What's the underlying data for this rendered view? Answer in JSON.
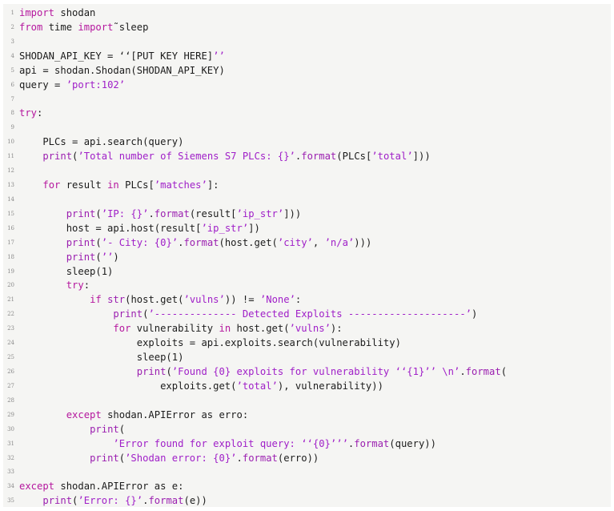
{
  "code": {
    "language": "python",
    "colors": {
      "keyword": "#b5179e",
      "string": "#a020c8",
      "builtin": "#9b1fb0",
      "text": "#1c1c1c",
      "line_number": "#8a8a8a",
      "background": "#f5f5f3"
    },
    "lines": [
      {
        "n": "1",
        "tokens": [
          {
            "t": "import",
            "k": "kw"
          },
          {
            "t": " shodan"
          }
        ]
      },
      {
        "n": "2",
        "tokens": [
          {
            "t": "from",
            "k": "kw"
          },
          {
            "t": " time "
          },
          {
            "t": "import",
            "k": "kw"
          },
          {
            "t": "˜sleep"
          }
        ]
      },
      {
        "n": "3",
        "tokens": []
      },
      {
        "n": "4",
        "tokens": [
          {
            "t": "SHODAN_API_KEY = ‘‘[PUT KEY HERE]"
          },
          {
            "t": "’’",
            "k": "st"
          }
        ]
      },
      {
        "n": "5",
        "tokens": [
          {
            "t": "api = shodan.Shodan(SHODAN_API_KEY)"
          }
        ]
      },
      {
        "n": "6",
        "tokens": [
          {
            "t": "query = "
          },
          {
            "t": "’port:102’",
            "k": "st"
          }
        ]
      },
      {
        "n": "7",
        "tokens": []
      },
      {
        "n": "8",
        "tokens": [
          {
            "t": "try",
            "k": "kw"
          },
          {
            "t": ":"
          }
        ]
      },
      {
        "n": "9",
        "tokens": []
      },
      {
        "n": "10",
        "tokens": [
          {
            "t": "    PLCs = api.search(query)"
          }
        ]
      },
      {
        "n": "11",
        "tokens": [
          {
            "t": "    "
          },
          {
            "t": "print",
            "k": "fn"
          },
          {
            "t": "("
          },
          {
            "t": "’Total number of Siemens S7 PLCs: {}’",
            "k": "st"
          },
          {
            "t": "."
          },
          {
            "t": "format",
            "k": "fn"
          },
          {
            "t": "(PLCs["
          },
          {
            "t": "’total’",
            "k": "st"
          },
          {
            "t": "]))"
          }
        ]
      },
      {
        "n": "12",
        "tokens": []
      },
      {
        "n": "13",
        "tokens": [
          {
            "t": "    "
          },
          {
            "t": "for",
            "k": "kw"
          },
          {
            "t": " result "
          },
          {
            "t": "in",
            "k": "kw"
          },
          {
            "t": " PLCs["
          },
          {
            "t": "’matches’",
            "k": "st"
          },
          {
            "t": "]:"
          }
        ]
      },
      {
        "n": "14",
        "tokens": []
      },
      {
        "n": "15",
        "tokens": [
          {
            "t": "        "
          },
          {
            "t": "print",
            "k": "fn"
          },
          {
            "t": "("
          },
          {
            "t": "’IP: {}’",
            "k": "st"
          },
          {
            "t": "."
          },
          {
            "t": "format",
            "k": "fn"
          },
          {
            "t": "(result["
          },
          {
            "t": "’ip_str’",
            "k": "st"
          },
          {
            "t": "]))"
          }
        ]
      },
      {
        "n": "16",
        "tokens": [
          {
            "t": "        host = api.host(result["
          },
          {
            "t": "’ip_str’",
            "k": "st"
          },
          {
            "t": "])"
          }
        ]
      },
      {
        "n": "17",
        "tokens": [
          {
            "t": "        "
          },
          {
            "t": "print",
            "k": "fn"
          },
          {
            "t": "("
          },
          {
            "t": "’- City: {0}’",
            "k": "st"
          },
          {
            "t": "."
          },
          {
            "t": "format",
            "k": "fn"
          },
          {
            "t": "(host.get("
          },
          {
            "t": "’city’",
            "k": "st"
          },
          {
            "t": ", "
          },
          {
            "t": "’n/a’",
            "k": "st"
          },
          {
            "t": ")))"
          }
        ]
      },
      {
        "n": "18",
        "tokens": [
          {
            "t": "        "
          },
          {
            "t": "print",
            "k": "fn"
          },
          {
            "t": "("
          },
          {
            "t": "’’",
            "k": "st"
          },
          {
            "t": ")"
          }
        ]
      },
      {
        "n": "19",
        "tokens": [
          {
            "t": "        sleep(1)"
          }
        ]
      },
      {
        "n": "20",
        "tokens": [
          {
            "t": "        "
          },
          {
            "t": "try",
            "k": "kw"
          },
          {
            "t": ":"
          }
        ]
      },
      {
        "n": "21",
        "tokens": [
          {
            "t": "            "
          },
          {
            "t": "if",
            "k": "kw"
          },
          {
            "t": " "
          },
          {
            "t": "str",
            "k": "fn"
          },
          {
            "t": "(host.get("
          },
          {
            "t": "’vulns’",
            "k": "st"
          },
          {
            "t": ")) != "
          },
          {
            "t": "’None’",
            "k": "st"
          },
          {
            "t": ":"
          }
        ]
      },
      {
        "n": "22",
        "tokens": [
          {
            "t": "                "
          },
          {
            "t": "print",
            "k": "fn"
          },
          {
            "t": "("
          },
          {
            "t": "’-------------- Detected Exploits --------------------’",
            "k": "st"
          },
          {
            "t": ")"
          }
        ]
      },
      {
        "n": "23",
        "tokens": [
          {
            "t": "                "
          },
          {
            "t": "for",
            "k": "kw"
          },
          {
            "t": " vulnerability "
          },
          {
            "t": "in",
            "k": "kw"
          },
          {
            "t": " host.get("
          },
          {
            "t": "’vulns’",
            "k": "st"
          },
          {
            "t": "):"
          }
        ]
      },
      {
        "n": "24",
        "tokens": [
          {
            "t": "                    exploits = api.exploits.search(vulnerability)"
          }
        ]
      },
      {
        "n": "25",
        "tokens": [
          {
            "t": "                    sleep(1)"
          }
        ]
      },
      {
        "n": "26",
        "tokens": [
          {
            "t": "                    "
          },
          {
            "t": "print",
            "k": "fn"
          },
          {
            "t": "("
          },
          {
            "t": "’Found {0} exploits for vulnerability ‘‘{1}’’ \\n’",
            "k": "st"
          },
          {
            "t": "."
          },
          {
            "t": "format",
            "k": "fn"
          },
          {
            "t": "("
          }
        ]
      },
      {
        "n": "27",
        "tokens": [
          {
            "t": "                        exploits.get("
          },
          {
            "t": "’total’",
            "k": "st"
          },
          {
            "t": "), vulnerability))"
          }
        ]
      },
      {
        "n": "28",
        "tokens": []
      },
      {
        "n": "29",
        "tokens": [
          {
            "t": "        "
          },
          {
            "t": "except",
            "k": "kw"
          },
          {
            "t": " shodan.APIError as erro:"
          }
        ]
      },
      {
        "n": "30",
        "tokens": [
          {
            "t": "            "
          },
          {
            "t": "print",
            "k": "fn"
          },
          {
            "t": "("
          }
        ]
      },
      {
        "n": "31",
        "tokens": [
          {
            "t": "                "
          },
          {
            "t": "’Error found for exploit query: ‘‘{0}’’’",
            "k": "st"
          },
          {
            "t": "."
          },
          {
            "t": "format",
            "k": "fn"
          },
          {
            "t": "(query))"
          }
        ]
      },
      {
        "n": "32",
        "tokens": [
          {
            "t": "            "
          },
          {
            "t": "print",
            "k": "fn"
          },
          {
            "t": "("
          },
          {
            "t": "’Shodan error: {0}’",
            "k": "st"
          },
          {
            "t": "."
          },
          {
            "t": "format",
            "k": "fn"
          },
          {
            "t": "(erro))"
          }
        ]
      },
      {
        "n": "33",
        "tokens": []
      },
      {
        "n": "34",
        "tokens": [
          {
            "t": "except",
            "k": "kw"
          },
          {
            "t": " shodan.APIError as e:"
          }
        ]
      },
      {
        "n": "35",
        "tokens": [
          {
            "t": "    "
          },
          {
            "t": "print",
            "k": "fn"
          },
          {
            "t": "("
          },
          {
            "t": "’Error: {}’",
            "k": "st"
          },
          {
            "t": "."
          },
          {
            "t": "format",
            "k": "fn"
          },
          {
            "t": "(e))"
          }
        ]
      }
    ]
  }
}
